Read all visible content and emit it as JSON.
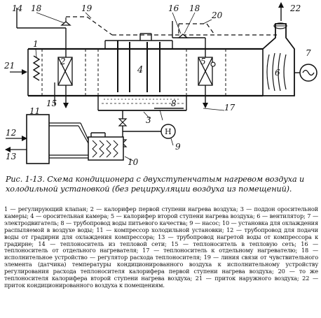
{
  "diagram": {
    "labels": {
      "l14": "14",
      "l18a": "18",
      "l19": "19",
      "l16": "16",
      "l18b": "18",
      "l20": "20",
      "l22": "22",
      "l7": "7",
      "l1": "1",
      "l2": "2",
      "l4": "4",
      "l5": "5",
      "l6": "6",
      "l21": "21",
      "l15": "15",
      "l8": "8",
      "l17": "17",
      "l3": "3",
      "l11": "11",
      "l12": "12",
      "l13": "13",
      "l9": "9",
      "l10": "10"
    },
    "pump_symbol": "H"
  },
  "caption": "Рис. 1-13. Схема кондиционера с двухступенчатым нагревом воздуха и холодильной установкой (без рециркуляции воздуха из помещений).",
  "legend": "1 — регулирующий клапан; 2 — калорифер первой ступени нагрева воздуха; 3 — поддон оросительной камеры; 4 — оросительная камера; 5 — калорифер второй ступени нагрева воздуха; 6 — вентилятор; 7 — электродвигатель; 8 — трубопровод воды питьевого качества; 9 — насос; 10 — установка для охлаждения распыляемой в воздухе воды; 11 — компрессор холодильной установки; 12 — трубопровод для подачи воды от градирни для охлаждения компрессора; 13 — трубопровод нагретой воды от компрессора к градирне; 14 — теплоноситель из тепловой сети; 15 — теплоноситель в тепловую сеть; 16 — теплоноситель от отдельного нагревателя; 17 — теплоноситель к отдельному нагревателю; 18 — исполнительное устройство — регулятор расхода теплоносителя; 19 — линия связи от чувствительного элемента (датчика) температуры кондиционированного воздуха к исполнительному устройству регулирования расхода теплоносителя калорифера первой ступени нагрева воздуха; 20 — то же теплоносителя калорифера второй ступени нагрева воздуха; 21 — приток наружного воздуха; 22 — приток кондиционированного воздуха к помещениям."
}
